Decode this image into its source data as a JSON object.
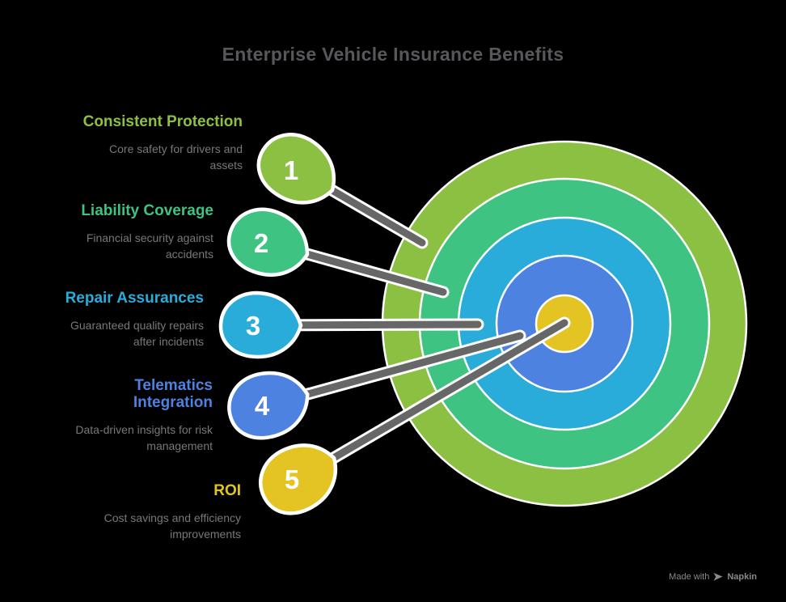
{
  "title": "Enterprise Vehicle Insurance Benefits",
  "items": [
    {
      "number": "1",
      "title_lines": [
        "Consistent Protection"
      ],
      "desc_lines": [
        "Core safety for drivers and",
        "assets"
      ],
      "color": "#8CC043"
    },
    {
      "number": "2",
      "title_lines": [
        "Liability Coverage"
      ],
      "desc_lines": [
        "Financial security against",
        "accidents"
      ],
      "color": "#3EC383"
    },
    {
      "number": "3",
      "title_lines": [
        "Repair Assurances"
      ],
      "desc_lines": [
        "Guaranteed quality repairs",
        "after incidents"
      ],
      "color": "#29ACD9"
    },
    {
      "number": "4",
      "title_lines": [
        "Telematics",
        "Integration"
      ],
      "desc_lines": [
        "Data-driven insights for risk",
        "management"
      ],
      "color": "#4E82E0"
    },
    {
      "number": "5",
      "title_lines": [
        "ROI"
      ],
      "desc_lines": [
        "Cost savings and efficiency",
        "improvements"
      ],
      "color": "#E3C422"
    }
  ],
  "watermark": {
    "prefix": "Made with",
    "brand": "Napkin"
  },
  "colors": {
    "background": "#000000",
    "title_text": "#57585B",
    "desc_text": "#77787B",
    "connector": "#676767",
    "stroke": "#FFFFFF"
  }
}
